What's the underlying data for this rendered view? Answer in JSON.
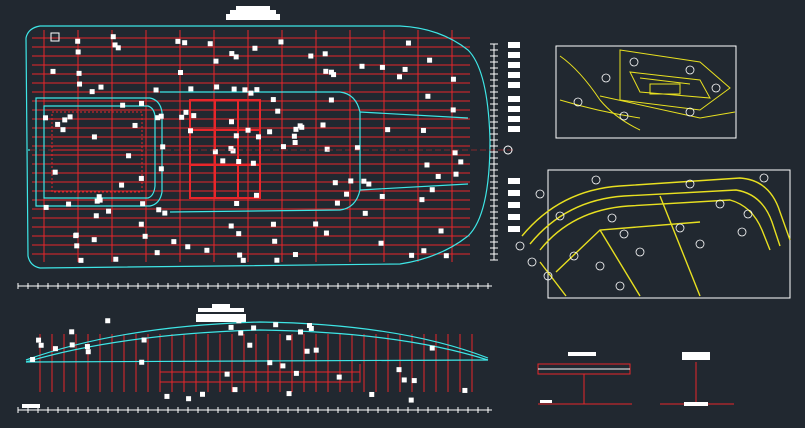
{
  "colors": {
    "background": "#212830",
    "hull_outline": "#3ee6e6",
    "frames": "#e8262a",
    "tags": "#ffffff",
    "detail": "#e8e020"
  },
  "views": [
    {
      "name": "plan-view"
    },
    {
      "name": "profile-view"
    },
    {
      "name": "detail-view-1",
      "caption": ""
    },
    {
      "name": "detail-view-2",
      "caption": ""
    },
    {
      "name": "section-detail-a"
    },
    {
      "name": "section-detail-b"
    }
  ]
}
